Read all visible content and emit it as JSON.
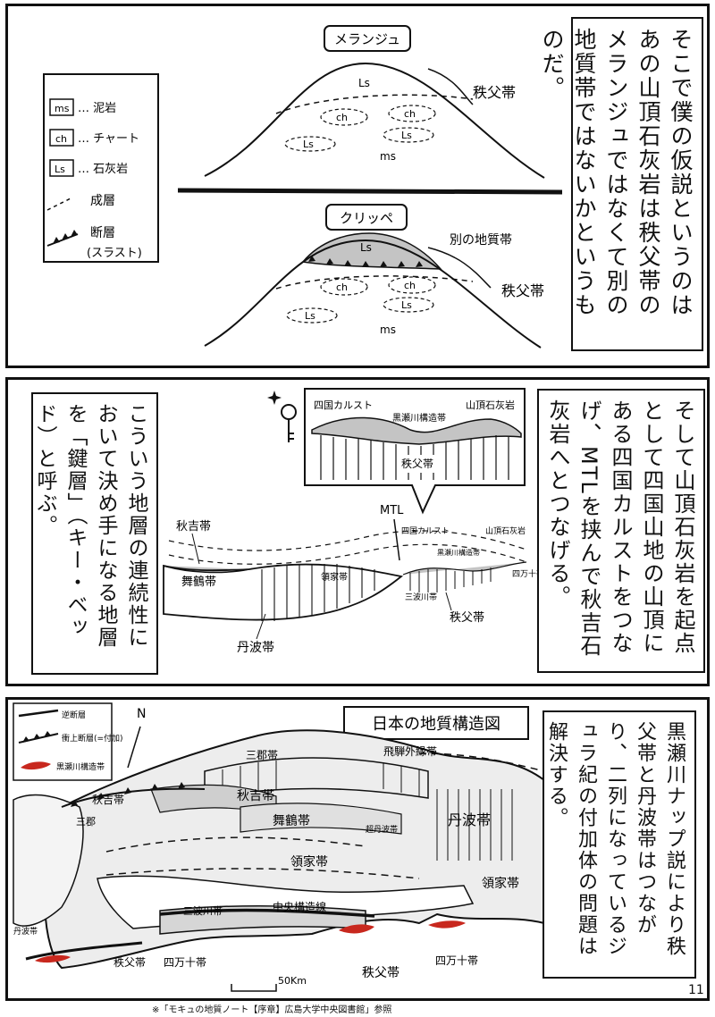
{
  "panel1": {
    "melange_title": "メランジュ",
    "klippe_title": "クリッペ",
    "legend": [
      {
        "symbol": "ms",
        "text": "… 泥岩"
      },
      {
        "symbol": "ch",
        "text": "… チャート"
      },
      {
        "symbol": "Ls",
        "text": "… 石灰岩"
      },
      {
        "symbol": "",
        "text": "成層"
      },
      {
        "symbol": "",
        "text": "断層"
      },
      {
        "symbol": "",
        "text": "(スラスト)"
      }
    ],
    "melange_labels": {
      "ls": "Ls",
      "ch1": "ch",
      "ch2": "ch",
      "ls2": "Ls",
      "ls3": "Ls",
      "ms": "ms",
      "chichibu": "秩父帯"
    },
    "klippe_labels": {
      "ls": "Ls",
      "other_belt": "別の地質帯",
      "chichibu": "秩父帯",
      "ch1": "ch",
      "ch2": "ch",
      "ls2": "Ls",
      "ls3": "Ls",
      "ms": "ms"
    },
    "narration": "そこで僕の仮説というのはあの山頂石灰岩は秩父帯のメランジュではなくて別の地質帯ではないかというものだ。"
  },
  "panel2": {
    "narration_left": "こういう地層の連続性において決め手になる地層を「鍵層」（キー・ベッド）と呼ぶ。",
    "narration_right": "そして山頂石灰岩を起点として四国山地の山頂にある四国カルストをつなげ、MTLを挟んで秋吉石灰岩へとつなげる。",
    "bubble": {
      "shikoku_karst": "四国カルスト",
      "summit_limestone": "山頂石灰岩",
      "kurosegawa": "黒瀬川構造帯",
      "chichibu": "秩父帯"
    },
    "section": {
      "mtl": "MTL",
      "akiyoshi": "秋吉帯",
      "maizuru": "舞鶴帯",
      "ryoke": "領家帯",
      "tamba": "丹波帯",
      "sanbagawa": "三波川帯",
      "chichibu": "秩父帯",
      "shimanto": "四万十帯",
      "shikoku_karst": "四国カルスト",
      "summit_limestone": "山頂石灰岩",
      "kurosegawa": "黒瀬川構造帯"
    }
  },
  "panel3": {
    "map_title": "日本の地質構造図",
    "legend": [
      {
        "text": "逆断層"
      },
      {
        "text": "衝上断層(=付加)"
      },
      {
        "text": "黒瀬川構造帯"
      }
    ],
    "north": "N",
    "labels": {
      "sangun": "三郡帯",
      "hida": "飛騨外縁帯",
      "akiyoshi": "秋吉帯",
      "akiyoshi2": "秋吉帯",
      "maizuru": "舞鶴帯",
      "tamba": "丹波帯",
      "ryoke1": "領家帯",
      "ryoke2": "領家帯",
      "sanbagawa": "三波川帯",
      "mtl": "中央構造線",
      "chichibu1": "秩父帯",
      "chichibu2": "秩父帯",
      "shimanto1": "四万十帯",
      "shimanto2": "四万十帯",
      "tamba_small": "丹波帯",
      "scale": "50Km",
      "chizu_left": "三郡",
      "small1": "超丹波帯"
    },
    "narration": "黒瀬川ナップ説により秩父帯と丹波帯はつながり、二列になっているジュラ紀の付加体の問題は解決する。",
    "asterisk": "※"
  },
  "footer": "※「モキュの地質ノート【序章】広島大学中央図書館」参照",
  "page_number": "11",
  "colors": {
    "ink": "#111111",
    "tone": "#bdbdbd",
    "red": "#c8281e"
  }
}
